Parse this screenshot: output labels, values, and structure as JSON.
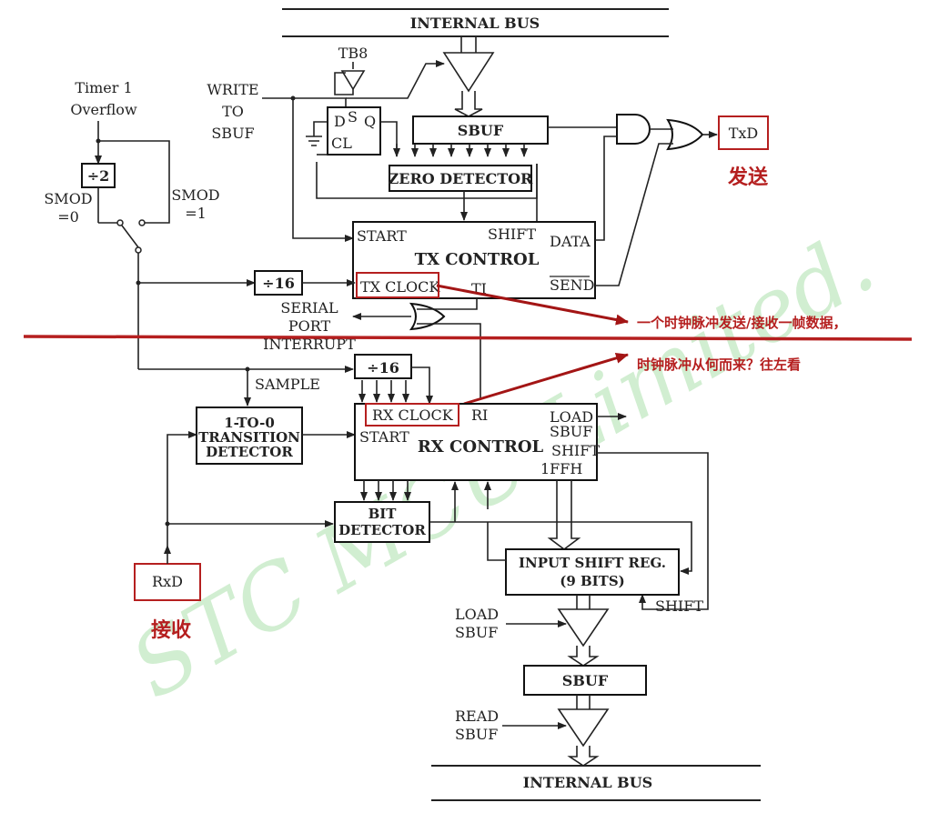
{
  "bus": {
    "top": "INTERNAL BUS",
    "bottom": "INTERNAL BUS"
  },
  "left": {
    "timer1": "Timer 1",
    "overflow": "Overflow",
    "div2": "÷2",
    "smod0_a": "SMOD",
    "smod0_b": "=0",
    "smod1_a": "SMOD",
    "smod1_b": "=1"
  },
  "tx": {
    "write": "WRITE",
    "to": "TO",
    "sbuf": "SBUF",
    "tb8": "TB8",
    "d": "D",
    "s": "S",
    "q": "Q",
    "cl": "CL",
    "sbuf_box": "SBUF",
    "zero_detector": "ZERO DETECTOR",
    "start": "START",
    "shift": "SHIFT",
    "data": "DATA",
    "control": "TX CONTROL",
    "tx_clock": "TX CLOCK",
    "ti": "TI",
    "send": "SEND",
    "div16": "÷16",
    "txd": "TxD"
  },
  "serial": {
    "l1": "SERIAL",
    "l2": "PORT",
    "l3": "INTERRUPT"
  },
  "rx": {
    "div16": "÷16",
    "sample": "SAMPLE",
    "transition": [
      "1-TO-0",
      "TRANSITION",
      "DETECTOR"
    ],
    "rx_clock": "RX CLOCK",
    "ri": "RI",
    "start": "START",
    "control": "RX CONTROL",
    "load_sbuf": [
      "LOAD",
      "SBUF"
    ],
    "shift": "SHIFT",
    "iffh": "1FFH",
    "bit_detector": [
      "BIT",
      "DETECTOR"
    ],
    "rxd": "RxD",
    "input_shift": [
      "INPUT SHIFT REG.",
      "(9 BITS)"
    ],
    "shift2": "SHIFT",
    "load_sbuf2": [
      "LOAD",
      "SBUF"
    ],
    "sbuf_box": "SBUF",
    "read_sbuf": [
      "READ",
      "SBUF"
    ]
  },
  "annotations": {
    "send_cn": "发送",
    "recv_cn": "接收",
    "note1": "一个时钟脉冲发送/接收一帧数据，",
    "note2": "时钟脉冲从何而来？往左看"
  },
  "watermark": "STC MCU Limited.",
  "colors": {
    "annotation": "#b51f1f",
    "line": "#222222",
    "watermark": "#7ecf7e"
  }
}
